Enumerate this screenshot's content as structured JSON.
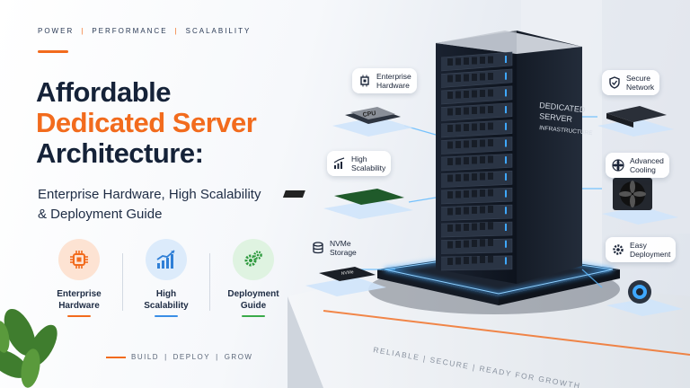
{
  "top_tagline": [
    "POWER",
    "PERFORMANCE",
    "SCALABILITY"
  ],
  "title": {
    "line1": "Affordable",
    "line2": "Dedicated Server",
    "line3": "Architecture:"
  },
  "subtitle": {
    "line1": "Enterprise Hardware, High Scalability",
    "line2": "& Deployment Guide"
  },
  "features": [
    {
      "label1": "Enterprise",
      "label2": "Hardware",
      "color": "#f26b1d"
    },
    {
      "label1": "High",
      "label2": "Scalability",
      "color": "#3a8ee6"
    },
    {
      "label1": "Deployment",
      "label2": "Guide",
      "color": "#3aaa4a"
    }
  ],
  "bottom_tagline": [
    "BUILD",
    "DEPLOY",
    "GROW"
  ],
  "server": {
    "label1": "DEDICATED",
    "label2": "SERVER",
    "label3": "INFRASTRUCTURE"
  },
  "callouts": {
    "enterprise_hardware": {
      "line1": "Enterprise",
      "line2": "Hardware"
    },
    "high_scalability": {
      "line1": "High",
      "line2": "Scalability"
    },
    "nvme_storage": {
      "line1": "NVMe",
      "line2": "Storage"
    },
    "secure_network": {
      "line1": "Secure",
      "line2": "Network"
    },
    "advanced_cooling": {
      "line1": "Advanced",
      "line2": "Cooling"
    },
    "easy_deployment": {
      "line1": "Easy",
      "line2": "Deployment"
    }
  },
  "component_labels": {
    "cpu": "CPU",
    "nvme": "NVMe"
  },
  "base_text": {
    "part1": "RELIABLE",
    "part2": "SECURE",
    "part3": "READY FOR GROWTH"
  },
  "colors": {
    "accent": "#f26b1d",
    "navy": "#152238",
    "glow": "#3fa8ff"
  }
}
